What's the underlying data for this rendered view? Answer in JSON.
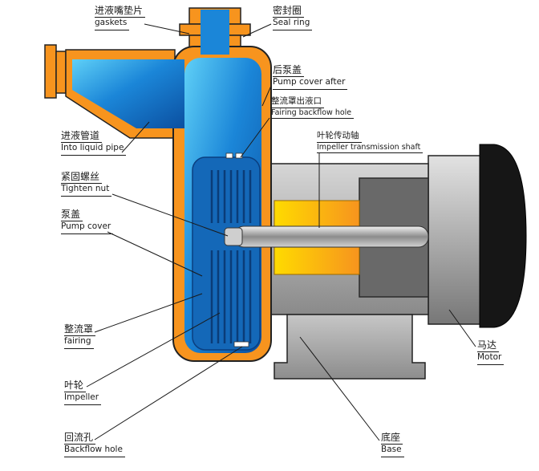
{
  "diagram": {
    "type": "pump-cross-section",
    "colors": {
      "casing_orange": "#f7941e",
      "liquid_blue_light": "#5fd0f7",
      "liquid_blue_dark": "#0b4fa0",
      "fairing_blue": "#1468b8",
      "coupling_yellow": "#ffdb00",
      "motor_gray": "#b3b3b3",
      "cavity_gray": "#696969",
      "cap_black": "#161616",
      "line_black": "#1a1a1a"
    },
    "labels": {
      "gaskets": {
        "zh": "进液嘴垫片",
        "en": "gaskets"
      },
      "seal_ring": {
        "zh": "密封圈",
        "en": "Seal ring"
      },
      "pump_cover_after": {
        "zh": "后泵盖",
        "en": "Pump cover after"
      },
      "fairing_backflow_hole": {
        "zh": "整流罩出液口",
        "en": "Fairing backflow hole"
      },
      "into_liquid_pipe": {
        "zh": "进液管道",
        "en": "Into liquid pipe"
      },
      "impeller_transmission_shaft": {
        "zh": "叶轮传动轴",
        "en": "Impeller transmission shaft"
      },
      "tighten_nut": {
        "zh": "紧固螺丝",
        "en": "Tighten nut"
      },
      "pump_cover": {
        "zh": "泵盖",
        "en": "Pump cover"
      },
      "fairing": {
        "zh": "整流罩",
        "en": "fairing"
      },
      "impeller": {
        "zh": "叶轮",
        "en": "Impeller"
      },
      "backflow_hole": {
        "zh": "回流孔",
        "en": "Backflow hole"
      },
      "motor": {
        "zh": "马达",
        "en": "Motor"
      },
      "base": {
        "zh": "底座",
        "en": "Base"
      }
    }
  }
}
